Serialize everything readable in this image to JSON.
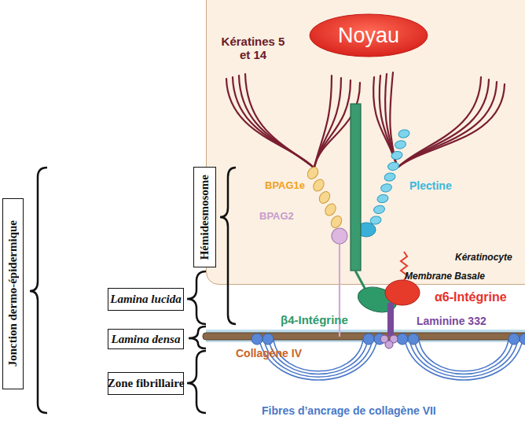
{
  "diagram": {
    "nodes": [
      {
        "text": [
          "Kératinocyte"
        ]
      },
      {
        "text": [
          "Noyau"
        ],
        "in": 0
      },
      {
        "text": [
          "Jonction dermo-épidermique"
        ]
      },
      {
        "text": [
          "Hémidesmosome"
        ]
      },
      {
        "text": [
          "Lamina lucida"
        ]
      },
      {
        "text": [
          "Lamina densa"
        ]
      },
      {
        "text": [
          "Zone fibrillaire"
        ]
      }
    ],
    "labels": [
      "Kératines 5 et 14",
      "BPAG1e",
      "BPAG2",
      "Plectine",
      "Membrane Basale",
      "α6-Intégrine",
      "β4-Intégrine",
      "Laminine 332",
      "Collagène IV",
      "Fibres d’ancrage de collagène VII"
    ]
  }
}
